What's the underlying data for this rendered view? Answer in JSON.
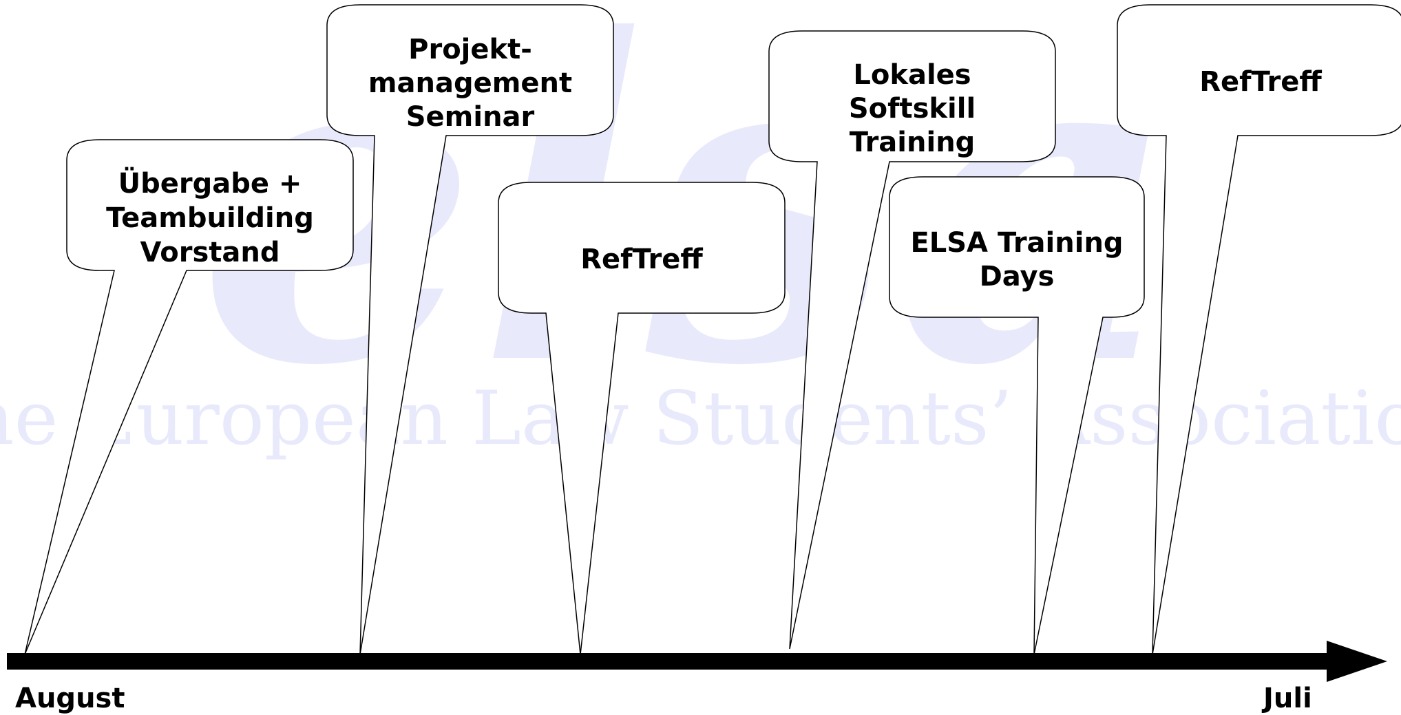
{
  "watermark": {
    "logo": "elsa",
    "tagline": "The European Law Students’ Association",
    "color": "#e8eafc"
  },
  "timeline": {
    "start_label": "August",
    "end_label": "Juli",
    "line_color": "#000000"
  },
  "events": [
    {
      "id": "uebergabe",
      "lines": [
        "Übergabe +",
        "Teambuilding",
        "Vorstand"
      ]
    },
    {
      "id": "projektmanagement",
      "lines": [
        "Projekt-",
        "management",
        "Seminar"
      ]
    },
    {
      "id": "reftreff-1",
      "lines": [
        "RefTreff"
      ]
    },
    {
      "id": "softskill",
      "lines": [
        "Lokales",
        "Softskill",
        "Training"
      ]
    },
    {
      "id": "elsa-training-days",
      "lines": [
        "ELSA Training",
        "Days"
      ]
    },
    {
      "id": "reftreff-2",
      "lines": [
        "RefTreff"
      ]
    }
  ]
}
